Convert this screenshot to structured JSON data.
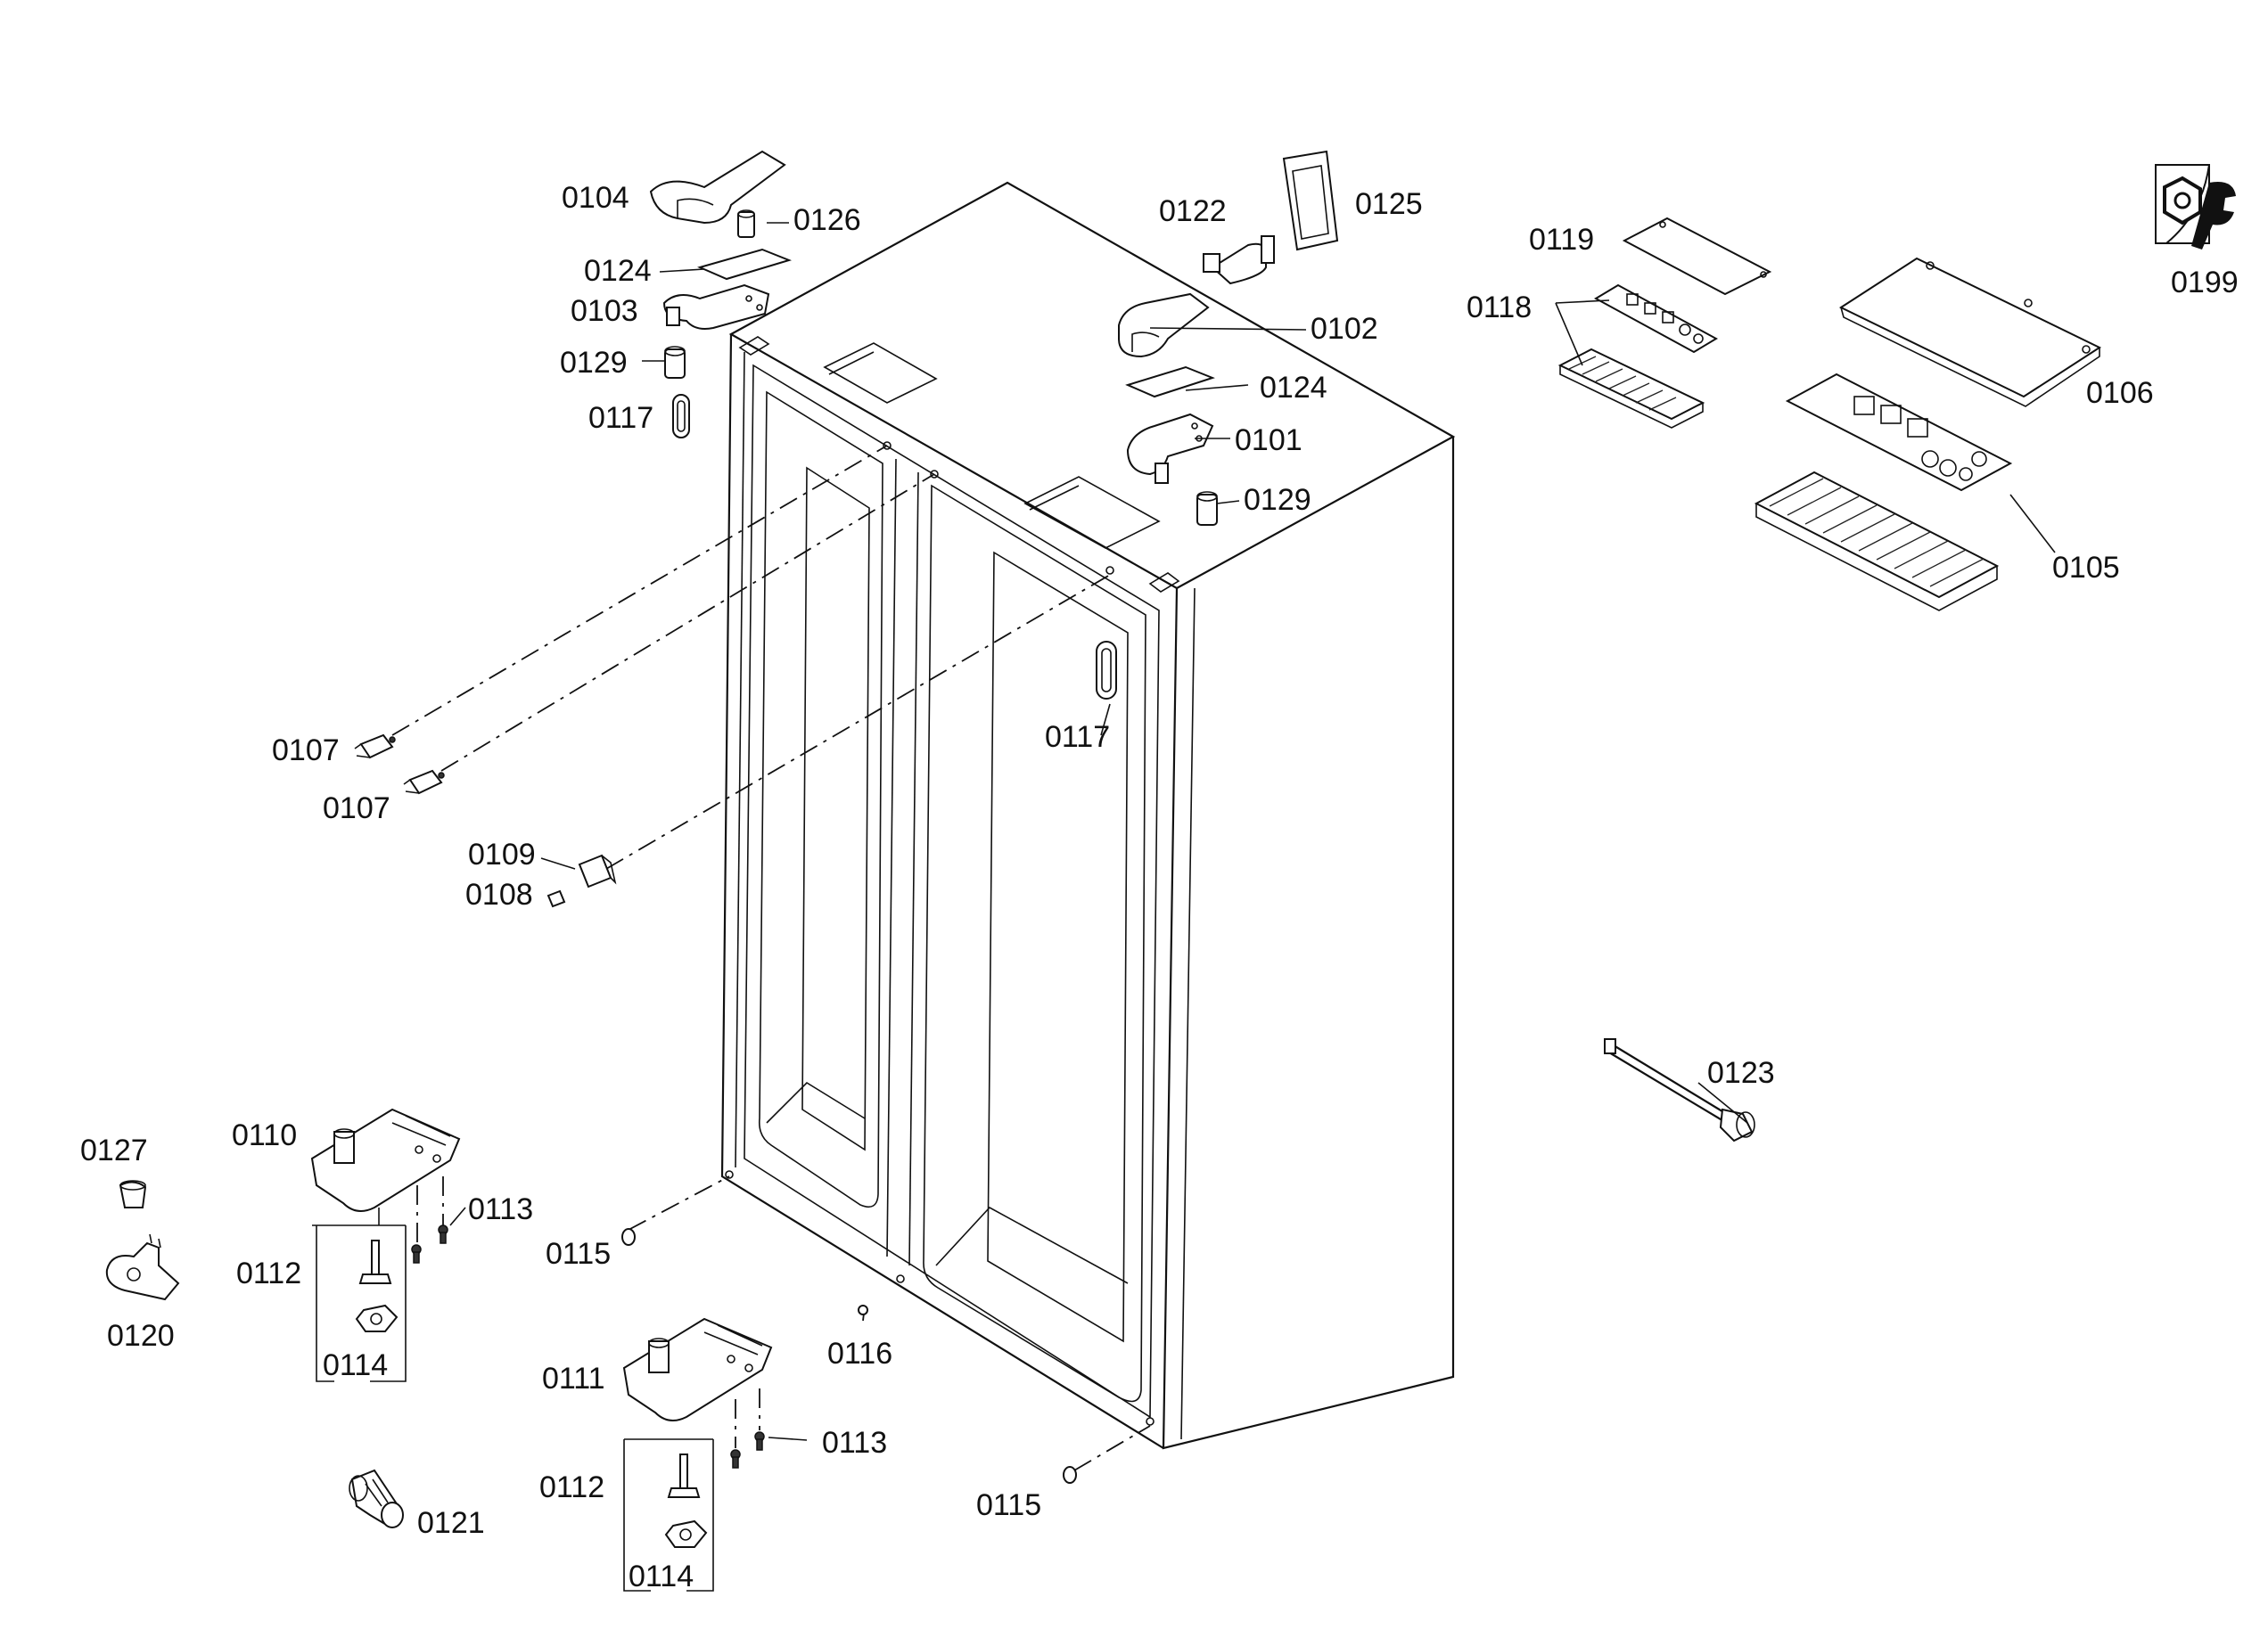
{
  "labels": {
    "p0104": "0104",
    "p0126": "0126",
    "p0124a": "0124",
    "p0103": "0103",
    "p0129a": "0129",
    "p0117a": "0117",
    "p0122": "0122",
    "p0125": "0125",
    "p0102": "0102",
    "p0124b": "0124",
    "p0101": "0101",
    "p0129b": "0129",
    "p0119": "0119",
    "p0118": "0118",
    "p0106": "0106",
    "p0105": "0105",
    "p0199": "0199",
    "p0107a": "0107",
    "p0107b": "0107",
    "p0117b": "0117",
    "p0109": "0109",
    "p0108": "0108",
    "p0123": "0123",
    "p0127": "0127",
    "p0110": "0110",
    "p0113a": "0113",
    "p0112a": "0112",
    "p0115a": "0115",
    "p0120": "0120",
    "p0114a": "0114",
    "p0116": "0116",
    "p0111": "0111",
    "p0113b": "0113",
    "p0112b": "0112",
    "p0115b": "0115",
    "p0121": "0121",
    "p0114b": "0114"
  }
}
